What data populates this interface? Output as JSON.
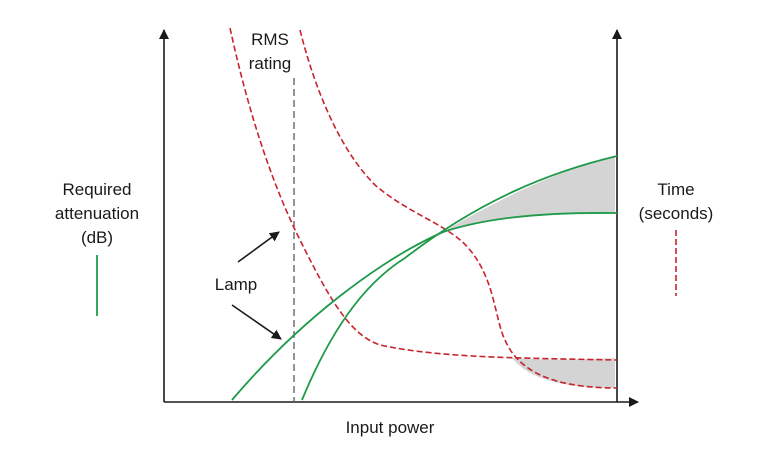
{
  "labels": {
    "rms_line1": "RMS",
    "rms_line2": "rating",
    "left_axis_line1": "Required",
    "left_axis_line2": "attenuation",
    "left_axis_line3": "(dB)",
    "right_axis_line1": "Time",
    "right_axis_line2": "(seconds)",
    "lamp": "Lamp",
    "x_axis": "Input power"
  },
  "colors": {
    "axis": "#1a1a1a",
    "attenuation_curve": "#1f9a4a",
    "time_curve": "#c8242d",
    "rms_line": "#666666",
    "shaded_region": "#d4d4d4"
  }
}
